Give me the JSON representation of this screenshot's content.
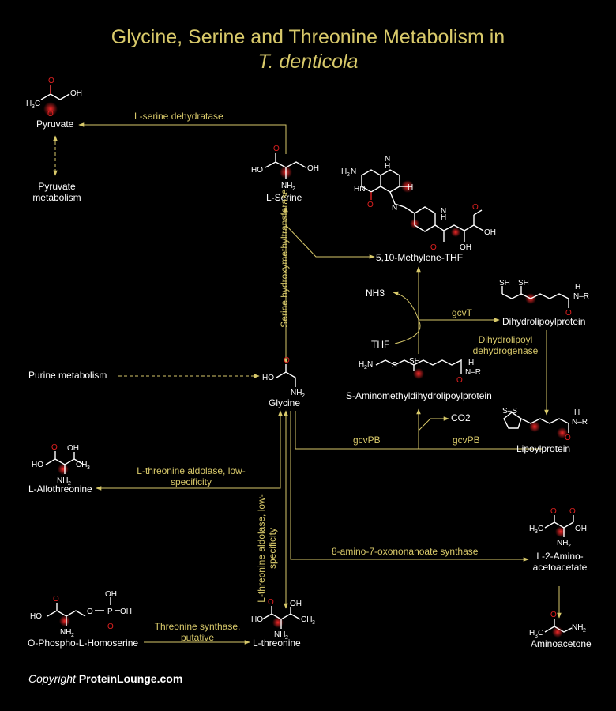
{
  "title": {
    "line1": "Glycine, Serine and Threonine Metabolism in",
    "line2": "T. denticola"
  },
  "compounds": {
    "pyruvate": "Pyruvate",
    "pyruvate_metabolism": "Pyruvate metabolism",
    "l_serine": "L-Serine",
    "methylene_thf": "5,10-Methylene-THF",
    "nh3": "NH3",
    "thf": "THF",
    "dihydrolipoylprotein": "Dihydrolipoylprotein",
    "purine_metabolism": "Purine metabolism",
    "glycine": "Glycine",
    "s_aminomethyl": "S-Aminomethyldihydrolipoylprotein",
    "co2": "CO2",
    "lipoylprotein": "Lipoylprotein",
    "l_allothreonine": "L-Allothreonine",
    "l_2_amino_acetoacetate": "L-2-Amino-acetoacetate",
    "aminoacetone": "Aminoacetone",
    "o_phospho_l_homoserine": "O-Phospho-L-Homoserine",
    "l_threonine": "L-threonine"
  },
  "enzymes": {
    "serine_dehydratase": "L-serine dehydratase",
    "serine_hydroxymethyltransferase": "Serine hydroxymethyltransferase",
    "gcvT": "gcvT",
    "dihydrolipoyl_dehydrogenase": "Dihydrolipoyl dehydrogenase",
    "gcvPB_left": "gcvPB",
    "gcvPB_right": "gcvPB",
    "threonine_aldolase_allo": "L-threonine aldolase, low-specificity",
    "threonine_aldolase": "L-threonine aldolase, low-specificity",
    "aminooxononanoate_synthase": "8-amino-7-oxononanoate synthase",
    "threonine_synthase": "Threonine synthase, putative"
  },
  "copyright": {
    "prefix": "Copyright",
    "brand": "ProteinLounge.com"
  },
  "colors": {
    "background": "#000000",
    "title": "#d8c96a",
    "arrow": "#d8c96a",
    "bond": "#ffffff",
    "heteroatom_bond": "#e02020",
    "highlight_glow": "#e02020"
  }
}
